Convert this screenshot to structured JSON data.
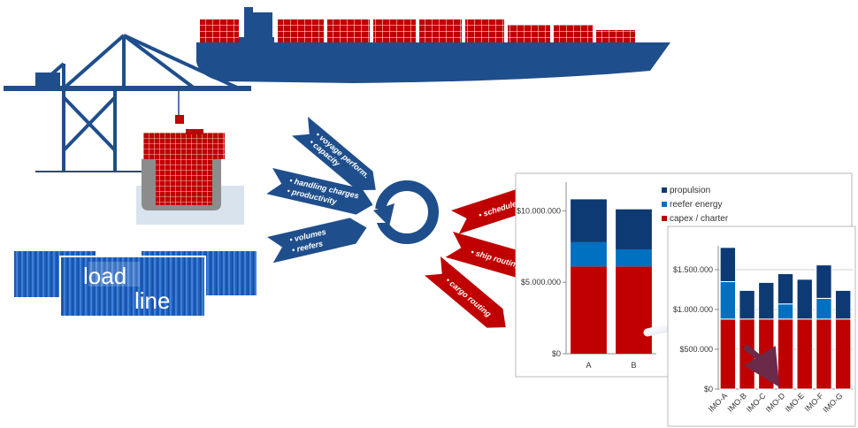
{
  "colors": {
    "navy": "#1f4e8c",
    "dark_navy": "#0d3a73",
    "red": "#c00000",
    "container_blue": "#1f5fbf",
    "light_blue": "#0070c0",
    "water": "#d9e3ee"
  },
  "icons": [
    "ship-icon",
    "crane-icon",
    "container-stack-icon",
    "cycle-arrow-icon"
  ],
  "logo": {
    "line1": "load",
    "line2": "line"
  },
  "input_arrows": [
    {
      "lines": [
        "• voyage perform.",
        "• capacity"
      ]
    },
    {
      "lines": [
        "• handling charges",
        "• productivity"
      ]
    },
    {
      "lines": [
        "• volumes",
        "• reefers"
      ]
    }
  ],
  "output_arrows": [
    {
      "lines": [
        "• schedules"
      ]
    },
    {
      "lines": [
        "• ship routing"
      ]
    },
    {
      "lines": [
        "• cargo routing"
      ]
    }
  ],
  "chart_data": [
    {
      "type": "bar",
      "stacked": true,
      "categories": [
        "A",
        "B"
      ],
      "series": [
        {
          "name": "capex / charter",
          "color": "#c00000",
          "values": [
            6100000,
            6100000
          ]
        },
        {
          "name": "reefer energy",
          "color": "#0070c0",
          "values": [
            1700000,
            1200000
          ]
        },
        {
          "name": "propulsion",
          "color": "#0d3a73",
          "values": [
            3000000,
            2800000
          ]
        }
      ],
      "ylim": [
        0,
        12000000
      ],
      "yticks": [
        0,
        5000000,
        10000000
      ],
      "ytick_labels": [
        "$0",
        "$5.000.000",
        "$10.000.000"
      ],
      "grid": false,
      "legend": "right"
    },
    {
      "type": "bar",
      "stacked": true,
      "categories": [
        "IMO-A",
        "IMO-B",
        "IMO-C",
        "IMO-D",
        "IMO-E",
        "IMO-F",
        "IMO-G"
      ],
      "series": [
        {
          "name": "capex / charter",
          "color": "#c00000",
          "values": [
            880000,
            880000,
            880000,
            880000,
            880000,
            880000,
            880000
          ]
        },
        {
          "name": "reefer energy",
          "color": "#0070c0",
          "values": [
            470000,
            0,
            0,
            190000,
            0,
            260000,
            0
          ]
        },
        {
          "name": "propulsion",
          "color": "#0d3a73",
          "values": [
            430000,
            360000,
            460000,
            380000,
            500000,
            420000,
            360000
          ]
        }
      ],
      "ylim": [
        0,
        1800000
      ],
      "yticks": [
        0,
        500000,
        1000000,
        1500000
      ],
      "ytick_labels": [
        "$0",
        "$500.000",
        "$1.000.000",
        "$1.500.000"
      ],
      "grid": true
    }
  ]
}
